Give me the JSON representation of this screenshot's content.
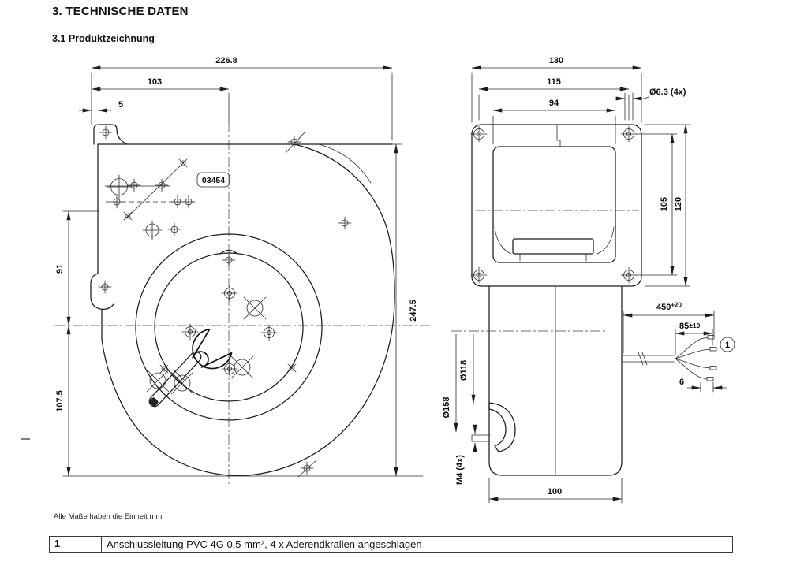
{
  "page": {
    "title": "3. TECHNISCHE DATEN",
    "subtitle": "3.1 Produktzeichnung",
    "units_note": "Alle Maße haben die Einheit mm."
  },
  "front_view": {
    "part_label": "03454",
    "dim_total_width": "226.8",
    "dim_flange_width": "103",
    "dim_edge_offset": "5",
    "dim_upper_height": "91",
    "dim_lower_height": "107.5",
    "dim_total_height": "247.5"
  },
  "side_view": {
    "dim_depth": "130",
    "dim_hole_spacing_h": "115",
    "dim_housing_width": "94",
    "dim_hole_dia": "Ø6.3 (4x)",
    "dim_hole_spacing_v": "105",
    "dim_flange_height": "120",
    "dim_cable_length": "450",
    "dim_cable_length_tol": "+20",
    "dim_strip_length": "85",
    "dim_strip_length_tol": "±10",
    "dim_tip_length": "6",
    "dim_inlet_inner_dia": "Ø118",
    "dim_inlet_outer_dia": "Ø158",
    "dim_thread": "M4 (4x)",
    "dim_motor_width": "100",
    "balloon_ref": "1"
  },
  "parts_table": {
    "rows": [
      {
        "ref": "1",
        "description": "Anschlussleitung PVC 4G 0,5 mm², 4 x Aderendkrallen angeschlagen"
      }
    ]
  }
}
